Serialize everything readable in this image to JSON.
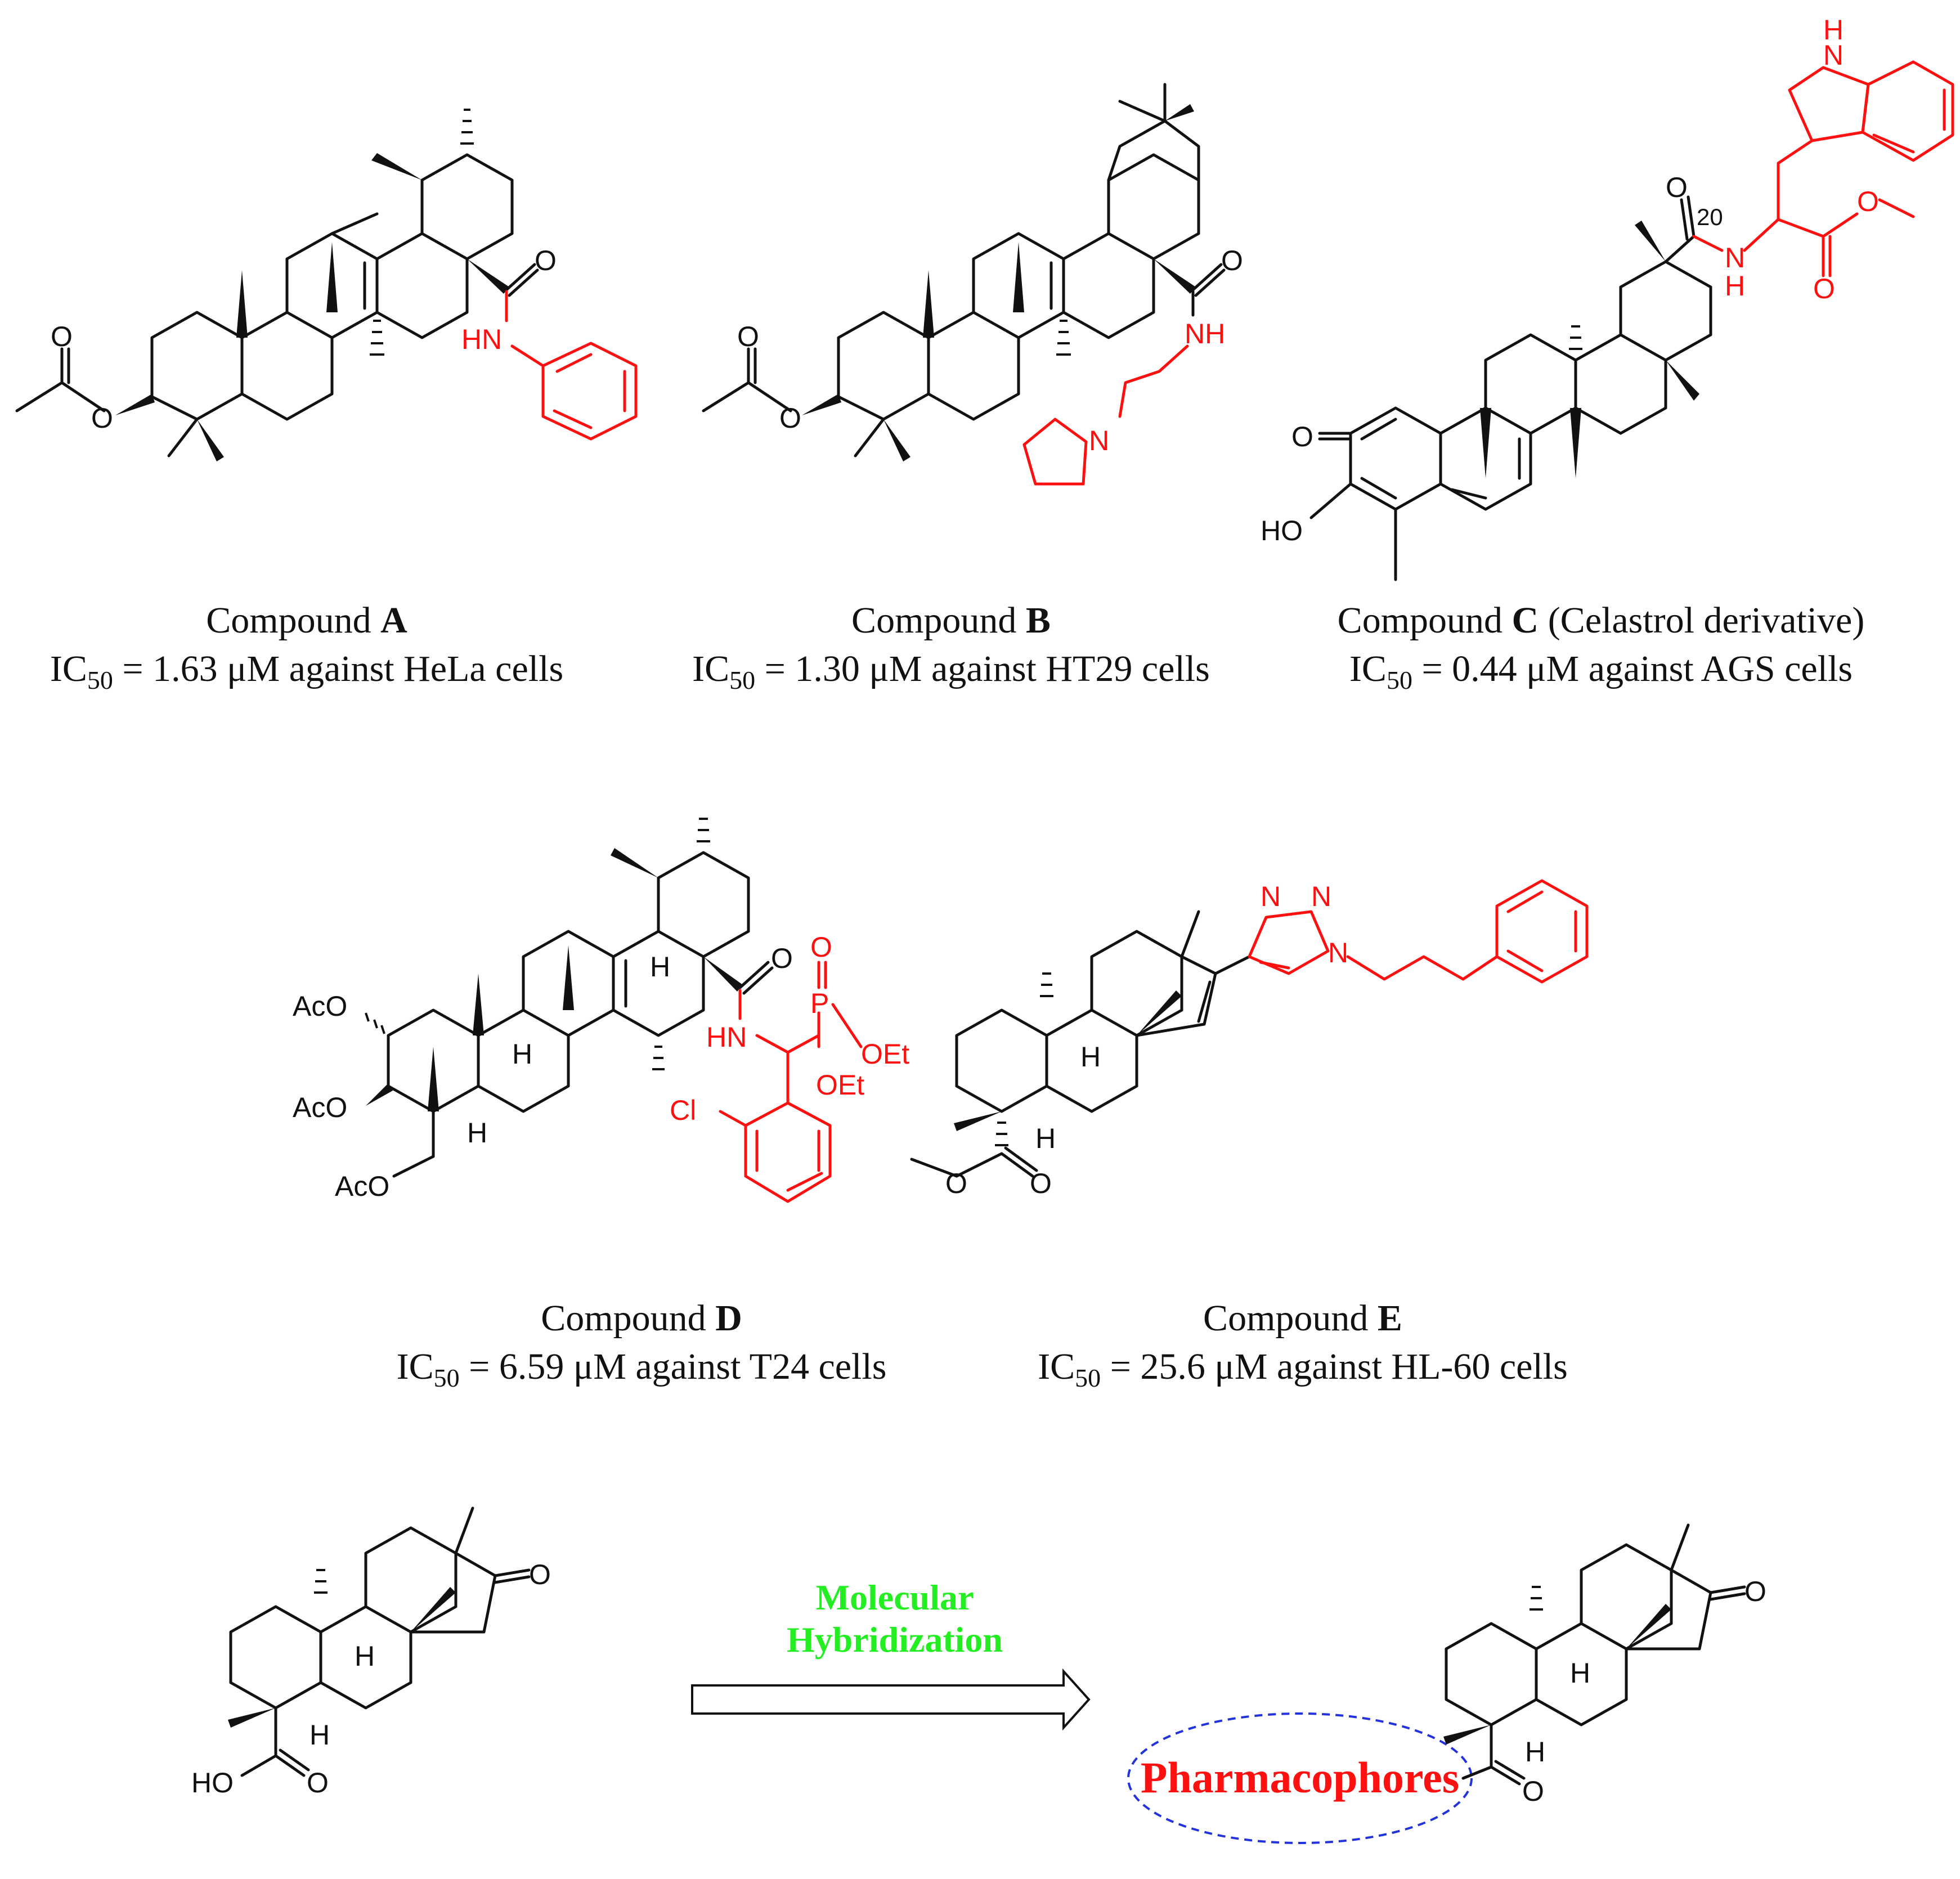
{
  "compounds": [
    {
      "id": "A",
      "prefix": "Compound ",
      "letter": "A",
      "suffix": "",
      "ic_lead": "IC",
      "ic_sub": "50",
      "ic_rest": " = 1.63 μM against HeLa cells"
    },
    {
      "id": "B",
      "prefix": "Compound ",
      "letter": "B",
      "suffix": "",
      "ic_lead": "IC",
      "ic_sub": "50",
      "ic_rest": " = 1.30 μM against HT29 cells"
    },
    {
      "id": "C",
      "prefix": "Compound ",
      "letter": "C",
      "suffix": " (Celastrol derivative)",
      "ic_lead": "IC",
      "ic_sub": "50",
      "ic_rest": " = 0.44 μM against AGS cells"
    },
    {
      "id": "D",
      "prefix": "Compound ",
      "letter": "D",
      "suffix": "",
      "ic_lead": "IC",
      "ic_sub": "50",
      "ic_rest": " = 6.59 μM against T24 cells"
    },
    {
      "id": "E",
      "prefix": "Compound ",
      "letter": "E",
      "suffix": "",
      "ic_lead": "IC",
      "ic_sub": "50",
      "ic_rest": " = 25.6 μM against HL-60 cells"
    }
  ],
  "atom_labels": {
    "o": "O",
    "hn": "HN",
    "nh": "NH",
    "n": "N",
    "h": "H",
    "ho": "HO",
    "ho2": "HO",
    "twenty": "20",
    "h_indole": "H",
    "n_indole": "N",
    "aco": "AcO",
    "p": "P",
    "oet": "OEt",
    "cl": "Cl"
  },
  "arrow": {
    "line1": "Molecular",
    "line2": "Hybridization"
  },
  "pharmacophores_label": "Pharmacophores",
  "colors": {
    "highlight": "#ff1010",
    "arrow_text": "#22ee22",
    "ellipse": "#2233dd",
    "ink": "#111111"
  }
}
